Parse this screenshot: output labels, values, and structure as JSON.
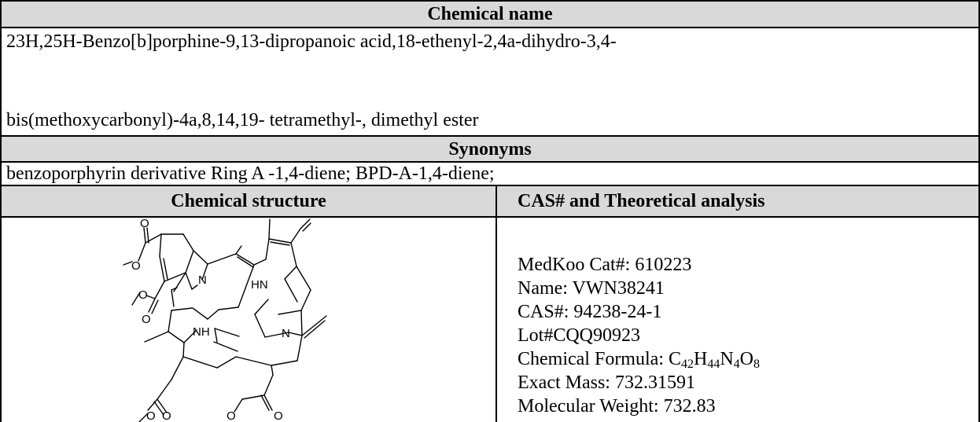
{
  "sections": {
    "chemical_name_header": "Chemical name",
    "chemical_name_line1": "23H,25H-Benzo[b]porphine-9,13-dipropanoic acid,18-ethenyl-2,4a-dihydro-3,4-",
    "chemical_name_line2": "bis(methoxycarbonyl)-4a,8,14,19- tetramethyl-, dimethyl ester",
    "synonyms_header": "Synonyms",
    "synonyms_text": "benzoporphyrin derivative Ring A -1,4-diene; BPD-A-1,4-diene;",
    "structure_header": "Chemical structure",
    "analysis_header": "CAS# and Theoretical analysis"
  },
  "analysis": {
    "cat": "MedKoo Cat#: 610223",
    "name": "Name: VWN38241",
    "cas": "CAS#: 94238-24-1",
    "lot": "Lot#CQQ90923",
    "formula_label": "Chemical Formula: ",
    "formula_parts": [
      {
        "t": "C",
        "sub": "42"
      },
      {
        "t": "H",
        "sub": "44"
      },
      {
        "t": "N",
        "sub": "4"
      },
      {
        "t": "O",
        "sub": "8"
      }
    ],
    "exact_mass": "Exact Mass: 732.31591",
    "mw": "Molecular Weight: 732.83"
  },
  "structure_atoms": {
    "o": "O",
    "n": "N",
    "hn": "HN",
    "nh": "NH"
  }
}
